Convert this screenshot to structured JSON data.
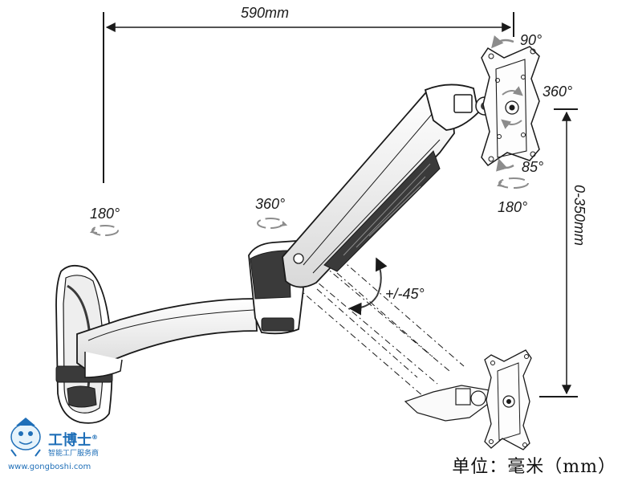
{
  "dimensions": {
    "width_label": "590mm",
    "height_label": "0-350mm"
  },
  "angles": {
    "wall_swivel": "180°",
    "elbow_swivel": "360°",
    "tilt_arm": "+/-45°",
    "head_tilt_top": "90°",
    "head_rotate": "360°",
    "head_tilt_bottom": "85°",
    "head_swivel": "180°"
  },
  "unit_label": "单位：毫米（mm）",
  "watermark": {
    "brand_cn": "工博士",
    "subtitle_cn": "智能工厂服务商",
    "url": "www.gongboshi.com",
    "trademark": "®"
  },
  "colors": {
    "line": "#1a1a1a",
    "arm_fill": "#f4f4f4",
    "dark_part": "#3a3a3a",
    "arrow_gray": "#8c8c8c",
    "watermark_blue": "#1f6fb8"
  }
}
